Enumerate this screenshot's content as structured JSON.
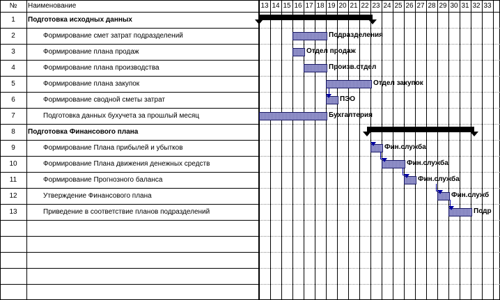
{
  "header": {
    "num": "№",
    "name": "Наименование"
  },
  "days": [
    "13",
    "14",
    "15",
    "16",
    "17",
    "18",
    "19",
    "20",
    "21",
    "22",
    "23",
    "24",
    "25",
    "26",
    "27",
    "28",
    "29",
    "30",
    "31",
    "32",
    "33"
  ],
  "tasks": [
    {
      "num": "1",
      "name": "Подготовка исходных данных",
      "summary": true
    },
    {
      "num": "2",
      "name": "Формирование смет затрат подразделений",
      "summary": false,
      "resource": "Подразделения"
    },
    {
      "num": "3",
      "name": "Формирование плана продаж",
      "summary": false,
      "resource": "Отдел продаж"
    },
    {
      "num": "4",
      "name": "Формирование плана производства",
      "summary": false,
      "resource": "Произв.отдел"
    },
    {
      "num": "5",
      "name": "Формирование плана закупок",
      "summary": false,
      "resource": "Отдел закупок"
    },
    {
      "num": "6",
      "name": "Формирование сводной сметы затрат",
      "summary": false,
      "resource": "ПЭО"
    },
    {
      "num": "7",
      "name": "Подготовка данных бухучета за прошлый месяц",
      "summary": false,
      "resource": "Бухгалтерия"
    },
    {
      "num": "8",
      "name": "Подготовка Финансового плана",
      "summary": true
    },
    {
      "num": "9",
      "name": "Формирование Плана прибылей и убытков",
      "summary": false,
      "resource": "Фин.служба"
    },
    {
      "num": "10",
      "name": "Формирование Плана движения денежных средств",
      "summary": false,
      "resource": "Фин.служба"
    },
    {
      "num": "11",
      "name": "Формирование Прогнозного баланса",
      "summary": false,
      "resource": "Фин.служба"
    },
    {
      "num": "12",
      "name": "Утверждение Финансового плана",
      "summary": false,
      "resource": "Фин.служб"
    },
    {
      "num": "13",
      "name": "Приведение в соответствие планов подразделений",
      "summary": false,
      "resource": "Подр"
    }
  ]
}
